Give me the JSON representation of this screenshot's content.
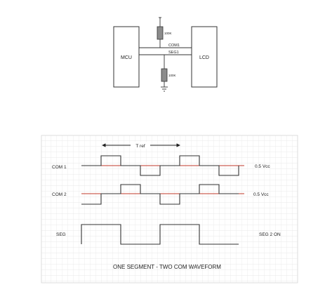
{
  "circuit": {
    "mcu_label": "MCU",
    "lcd_label": "LCD",
    "com_line_label": "COM1",
    "seg_line_label": "SEG1",
    "top_resistor_label": "100K",
    "bottom_resistor_label": "100K"
  },
  "waveform": {
    "period_label": "T ref",
    "com1_label": "COM 1",
    "com2_label": "COM 2",
    "seg_label": "SEG",
    "com1_level_label": "0.5 Vcc",
    "com2_level_label": "0.5 Vcc",
    "seg_state_label": "SEG 2 ON",
    "caption": "ONE SEGMENT - TWO COM WAVEFORM"
  },
  "colors": {
    "stroke": "#333333",
    "grid": "#e4e4e4",
    "mid_level": "#c0392b",
    "resistor_fill": "#8c8c8c"
  }
}
